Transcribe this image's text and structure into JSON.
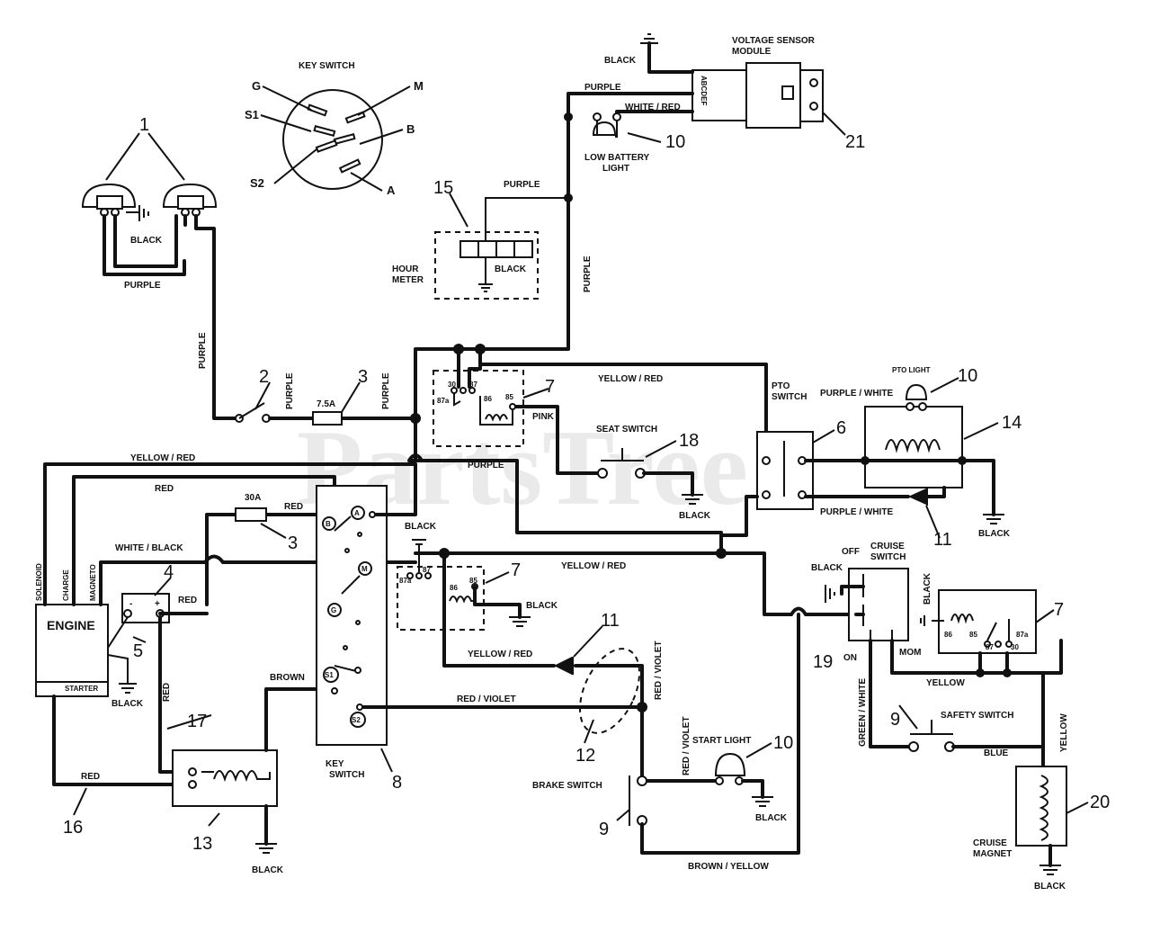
{
  "watermark": "PartsTree",
  "labels": {
    "key_switch": "KEY SWITCH",
    "key_g": "G",
    "key_m": "M",
    "key_s1": "S1",
    "key_b": "B",
    "key_s2": "S2",
    "key_a": "A",
    "black_lights": "BLACK",
    "purple_lights": "PURPLE",
    "purple_vertical": "PURPLE",
    "purple_2": "PURPLE",
    "fuse_75": "7.5A",
    "purple_3": "PURPLE",
    "hour_meter": "HOUR METER",
    "hour_black": "BLACK",
    "purple_hour": "PURPLE",
    "purple_right": "PURPLE",
    "vsm": "VOLTAGE SENSOR MODULE",
    "black_top": "BLACK",
    "purple_top": "PURPLE",
    "white_red": "WHITE / RED",
    "abcdef": "ABCDEF",
    "low_battery": "LOW BATTERY LIGHT",
    "yellow_red_top": "YELLOW / RED",
    "pink": "PINK",
    "seat_switch": "SEAT SWITCH",
    "seat_black": "BLACK",
    "pto_switch": "PTO SWITCH",
    "pto_light": "PTO LIGHT",
    "purple_white_1": "PURPLE / WHITE",
    "purple_white_2": "PURPLE / WHITE",
    "pto_black": "BLACK",
    "yellow_red_left": "YELLOW / RED",
    "red_left": "RED",
    "purple_mid": "PURPLE",
    "fuse_30": "30A",
    "red_fuse": "RED",
    "white_black": "WHITE / BLACK",
    "red_relay": "RED",
    "solenoid": "SOLENOID",
    "charge": "CHARGE",
    "magneto": "MAGNETO",
    "engine": "ENGINE",
    "starter": "STARTER",
    "black_engine": "BLACK",
    "black_relay2a": "BLACK",
    "black_relay2b": "BLACK",
    "yellow_red_mid": "YELLOW / RED",
    "brown": "BROWN",
    "red_vertical": "RED",
    "yellow_red_brake": "YELLOW / RED",
    "red_violet_v1": "RED / VIOLET",
    "red_violet_h": "RED / VIOLET",
    "red_violet_v2": "RED / VIOLET",
    "start_light": "START LIGHT",
    "start_black": "BLACK",
    "brake_switch": "BRAKE SWITCH",
    "brown_yellow": "BROWN / YELLOW",
    "key_switch_2": "KEY SWITCH",
    "black_bottom": "BLACK",
    "red_16": "RED",
    "off": "OFF",
    "cruise_switch": "CRUISE SWITCH",
    "cruise_black": "BLACK",
    "cruise_black_v": "BLACK",
    "on": "ON",
    "mom": "MOM",
    "yellow_cruise": "YELLOW",
    "safety_switch": "SAFETY SWITCH",
    "green_white": "GREEN / WHITE",
    "blue": "BLUE",
    "yellow_v": "YELLOW",
    "cruise_magnet": "CRUISE MAGNET",
    "black_magnet": "BLACK"
  },
  "key_terminals": {
    "b": "B",
    "a": "A",
    "m": "M",
    "g": "G",
    "s1": "S1",
    "s2": "S2"
  },
  "relay_pins": {
    "p30": "30",
    "p87": "87",
    "p87a": "87a",
    "p86": "86",
    "p85": "85"
  },
  "callouts": {
    "c1": "1",
    "c2": "2",
    "c3a": "3",
    "c3b": "3",
    "c4": "4",
    "c5": "5",
    "c6": "6",
    "c7a": "7",
    "c7b": "7",
    "c7c": "7",
    "c8": "8",
    "c9a": "9",
    "c9b": "9",
    "c10a": "10",
    "c10b": "10",
    "c10c": "10",
    "c11a": "11",
    "c11b": "11",
    "c12": "12",
    "c13": "13",
    "c14": "14",
    "c15": "15",
    "c16": "16",
    "c17": "17",
    "c18": "18",
    "c19": "19",
    "c20": "20",
    "c21": "21"
  }
}
